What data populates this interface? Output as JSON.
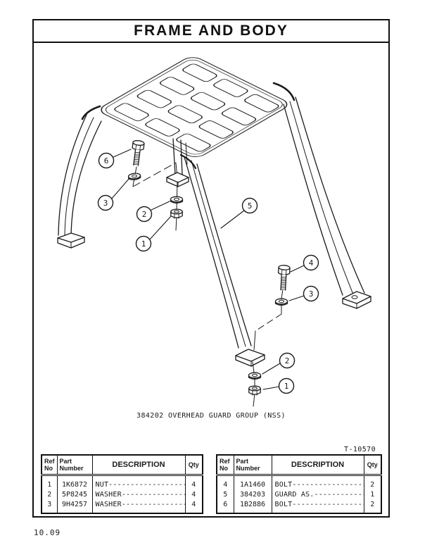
{
  "colors": {
    "ink": "#1a1a1a",
    "paper": "#ffffff"
  },
  "header": {
    "title": "FRAME AND BODY"
  },
  "figure": {
    "caption": "384202 OVERHEAD GUARD GROUP (NSS)",
    "reference_number": "T-10570",
    "callouts": {
      "c6": "6",
      "c3_left": "3",
      "c2_left": "2",
      "c1_left": "1",
      "c5": "5",
      "c4": "4",
      "c3_right": "3",
      "c2_right": "2",
      "c1_right": "1"
    }
  },
  "tables": {
    "headers": {
      "ref_line1": "Ref",
      "ref_line2": "No",
      "part_line1": "Part",
      "part_line2": "Number",
      "description": "DESCRIPTION",
      "qty": "Qty"
    },
    "left": {
      "rows": [
        {
          "ref": "1",
          "part": "1K6872",
          "desc": "NUT------------------",
          "qty": "4"
        },
        {
          "ref": "2",
          "part": "5P8245",
          "desc": "WASHER---------------",
          "qty": "4"
        },
        {
          "ref": "3",
          "part": "9H4257",
          "desc": "WASHER---------------",
          "qty": "4"
        }
      ]
    },
    "right": {
      "rows": [
        {
          "ref": "4",
          "part": "1A1460",
          "desc": "BOLT-----------------",
          "qty": "2"
        },
        {
          "ref": "5",
          "part": "384203",
          "desc": "GUARD AS.------------",
          "qty": "1"
        },
        {
          "ref": "6",
          "part": "1B2886",
          "desc": "BOLT-----------------",
          "qty": "2"
        }
      ]
    }
  },
  "footer": {
    "page_number": "10.09"
  }
}
